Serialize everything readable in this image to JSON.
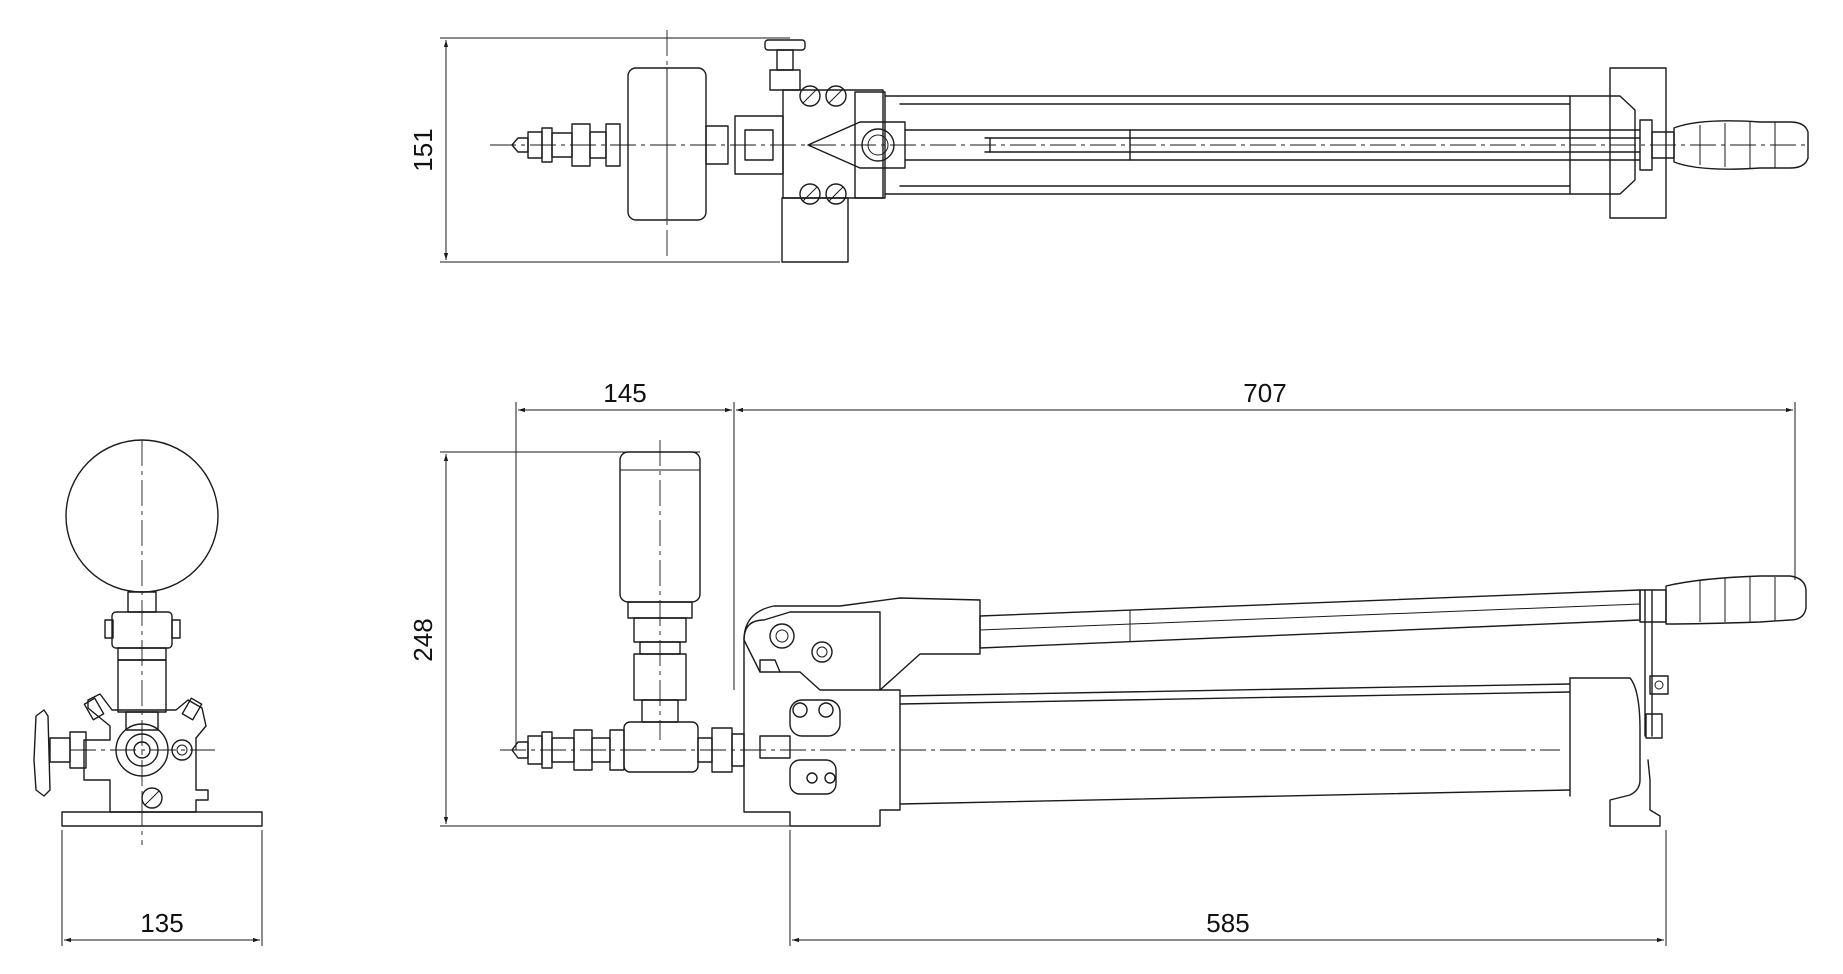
{
  "dimensions": {
    "top_view_width": "151",
    "side_view_height": "248",
    "gauge_offset": "145",
    "overall_length": "707",
    "body_length": "585",
    "base_width": "135"
  }
}
